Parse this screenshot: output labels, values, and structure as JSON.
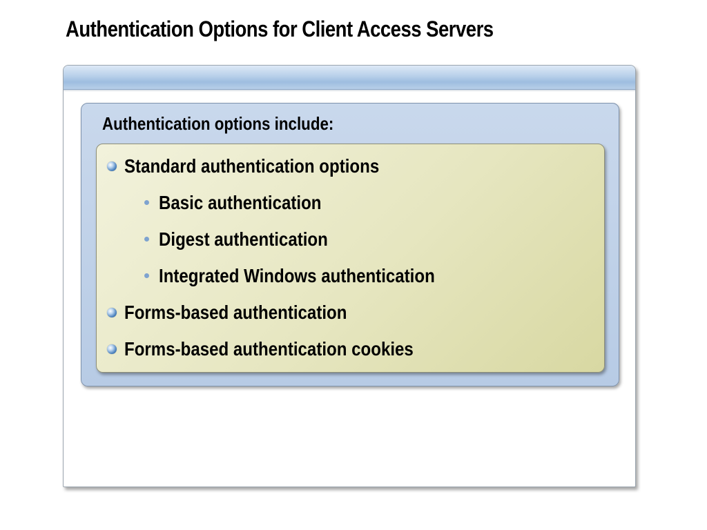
{
  "slide": {
    "title": "Authentication Options for Client Access Servers"
  },
  "content": {
    "intro": "Authentication options include:",
    "bullets": [
      {
        "text": "Standard authentication options",
        "sub": [
          "Basic authentication",
          "Digest authentication",
          "Integrated Windows authentication"
        ]
      },
      {
        "text": "Forms-based authentication"
      },
      {
        "text": "Forms-based authentication cookies"
      }
    ]
  },
  "colors": {
    "bullet_orb": "#4f84bf",
    "sub_bullet_dot": "#7ea3cf",
    "blue_box": "#b7cbe5",
    "yellow_box": "#e6e6c0"
  },
  "icons": {
    "level1_bullet": "blue-orb-icon",
    "level2_bullet": "dot-icon"
  }
}
